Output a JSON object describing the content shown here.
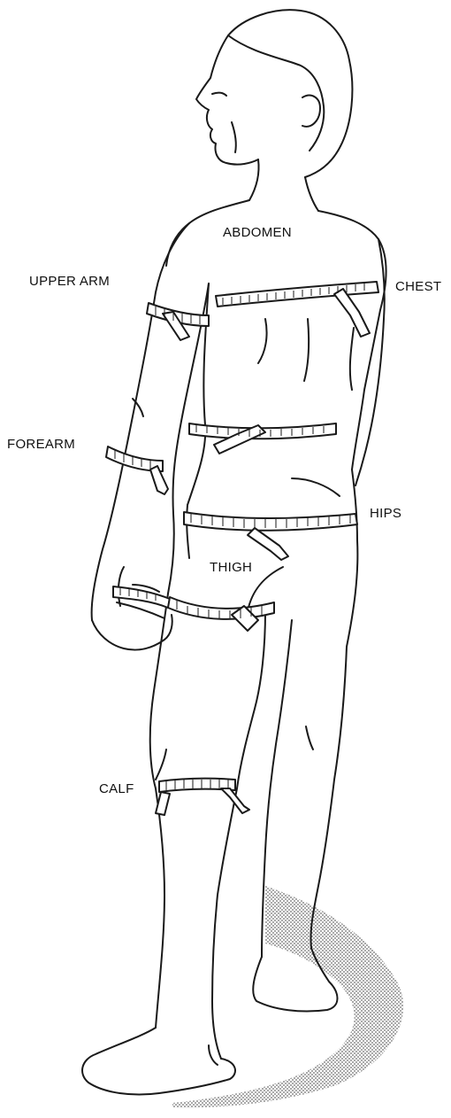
{
  "labels": {
    "chest": "CHEST",
    "upper_arm": "UPPER ARM",
    "abdomen": "ABDOMEN",
    "forearm": "FOREARM",
    "hips": "HIPS",
    "thigh": "THIGH",
    "calf": "CALF"
  },
  "colors": {
    "line": "#1a1a1a",
    "tape_fill": "#ffffff",
    "shadow": "#8c8c8c"
  }
}
